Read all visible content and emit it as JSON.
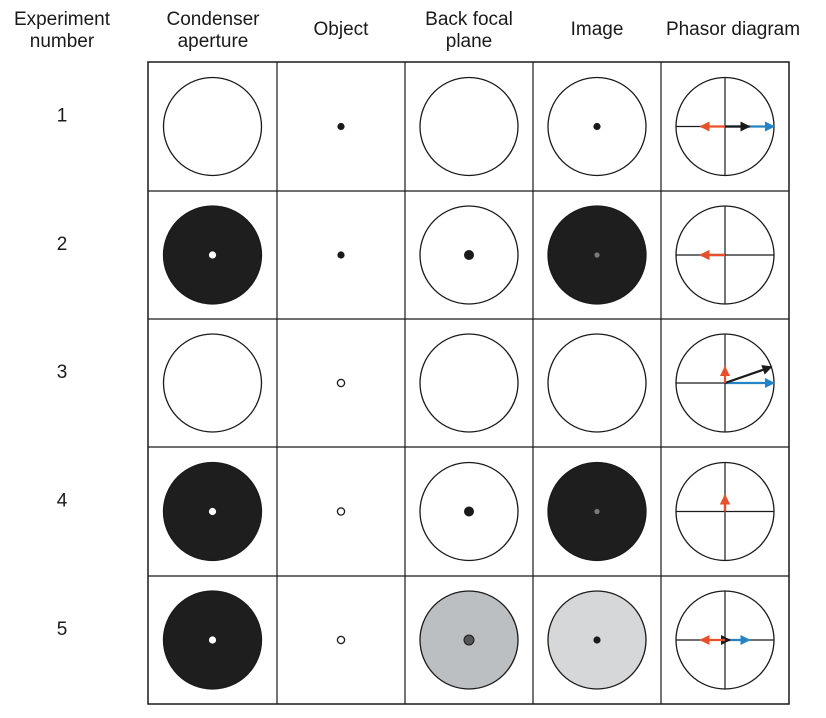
{
  "headers": [
    [
      "Experiment",
      "number"
    ],
    [
      "Condenser",
      "aperture"
    ],
    [
      "Object"
    ],
    [
      "Back focal",
      "plane"
    ],
    [
      "Image"
    ],
    [
      "Phasor diagram"
    ]
  ],
  "colors": {
    "grid": "#1a1a1a",
    "black_fill": "#1e1e1e",
    "white": "#ffffff",
    "bfp_gray": "#bcbfc2",
    "bfp_dot": "#555555",
    "image_gray": "#d6d7d8",
    "image_dot_dim": "#7a7a7a",
    "arrow_red": "#e8502a",
    "arrow_blue": "#2383c4",
    "arrow_black": "#1a1a1a"
  },
  "rows": [
    {
      "number": "1",
      "condenser": {
        "disk": "white",
        "dot": "none"
      },
      "object": {
        "dot": "black"
      },
      "bfp": {
        "disk": "white",
        "dot": "none"
      },
      "image": {
        "disk": "white",
        "dot": "black"
      },
      "phasors": [
        {
          "color": "blue",
          "dx": 1.0,
          "dy": 0.0
        },
        {
          "color": "black",
          "dx": 0.5,
          "dy": 0.0
        },
        {
          "color": "red",
          "dx": -0.5,
          "dy": 0.0
        }
      ]
    },
    {
      "number": "2",
      "condenser": {
        "disk": "black",
        "dot": "white"
      },
      "object": {
        "dot": "black"
      },
      "bfp": {
        "disk": "white",
        "dot": "black"
      },
      "image": {
        "disk": "black",
        "dot": "dim"
      },
      "phasors": [
        {
          "color": "black",
          "dx": -0.5,
          "dy": 0.0
        },
        {
          "color": "red",
          "dx": -0.5,
          "dy": 0.0
        }
      ]
    },
    {
      "number": "3",
      "condenser": {
        "disk": "white",
        "dot": "none"
      },
      "object": {
        "dot": "hollow"
      },
      "bfp": {
        "disk": "white",
        "dot": "none"
      },
      "image": {
        "disk": "white",
        "dot": "none"
      },
      "phasors": [
        {
          "color": "blue",
          "dx": 1.0,
          "dy": 0.0
        },
        {
          "color": "black",
          "dx": 0.95,
          "dy": 0.33
        },
        {
          "color": "red",
          "dx": 0.0,
          "dy": 0.33
        }
      ]
    },
    {
      "number": "4",
      "condenser": {
        "disk": "black",
        "dot": "white"
      },
      "object": {
        "dot": "hollow"
      },
      "bfp": {
        "disk": "white",
        "dot": "black"
      },
      "image": {
        "disk": "black",
        "dot": "dim"
      },
      "phasors": [
        {
          "color": "black",
          "dx": 0.0,
          "dy": 0.33
        },
        {
          "color": "red",
          "dx": 0.0,
          "dy": 0.33
        }
      ]
    },
    {
      "number": "5",
      "condenser": {
        "disk": "black",
        "dot": "white"
      },
      "object": {
        "dot": "hollow"
      },
      "bfp": {
        "disk": "gray",
        "dot": "gray"
      },
      "image": {
        "disk": "lightgray",
        "dot": "black"
      },
      "phasors": [
        {
          "color": "blue",
          "dx": 0.5,
          "dy": 0.0
        },
        {
          "color": "black",
          "dx": 0.1,
          "dy": 0.0
        },
        {
          "color": "red",
          "dx": -0.5,
          "dy": 0.0
        }
      ]
    }
  ]
}
